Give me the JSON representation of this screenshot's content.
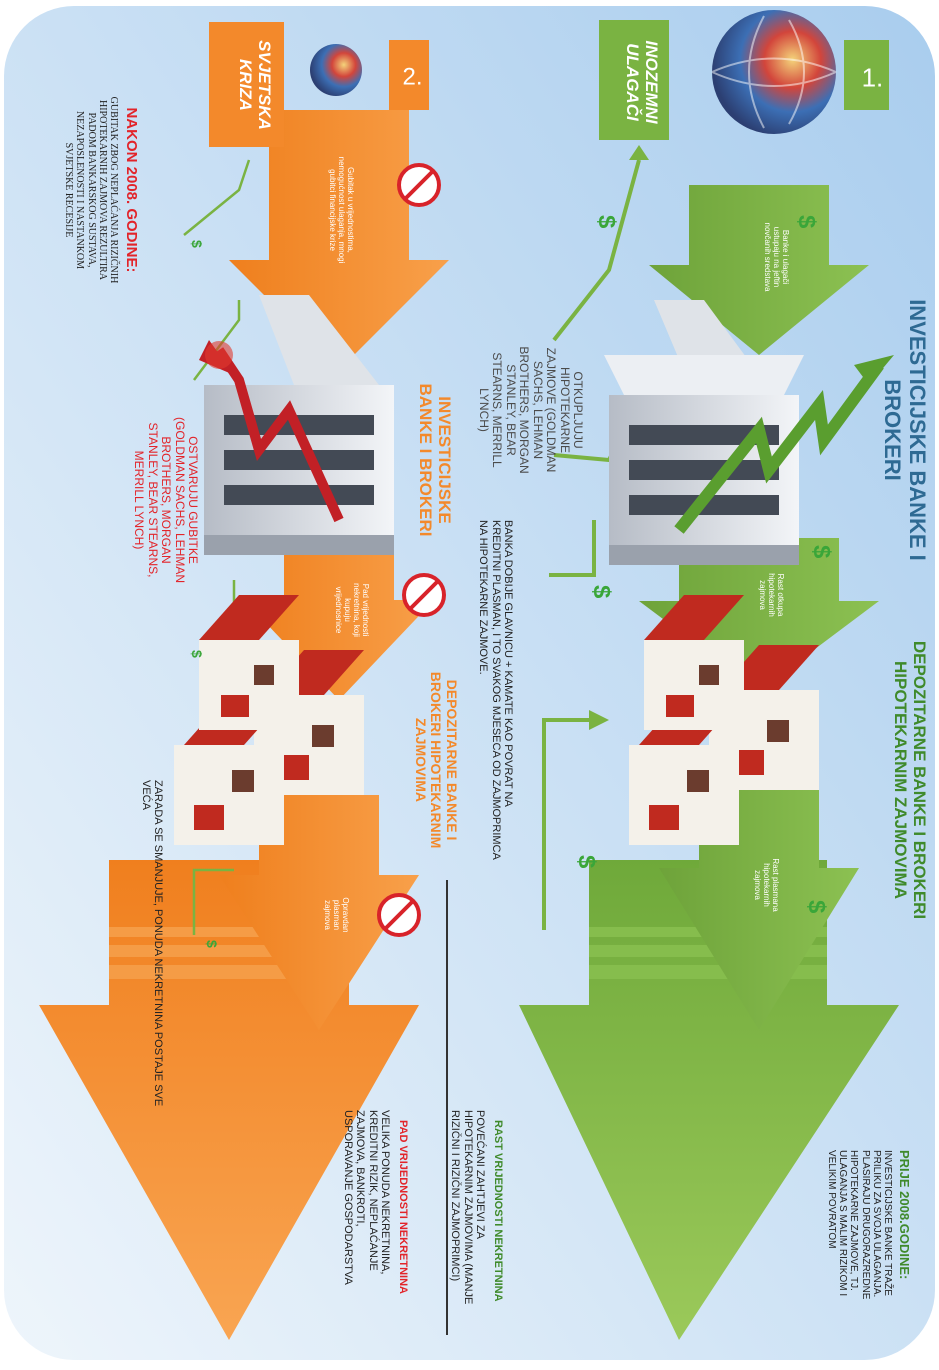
{
  "colors": {
    "background": "#c3dcf2",
    "green": "#7ab342",
    "orange": "#f3892b",
    "red": "#e2242a",
    "dark": "#1f1f1f",
    "grey_text": "#4b4b4b"
  },
  "stage1": {
    "number": "1.",
    "foreign_investors": "INOZEMNI\nULAGAČI",
    "depository_title": "DEPOZITARNE BANKE I BROKERI\nHIPOTEKARNIM ZAJMOVIMA",
    "investment_title": "INVESTICIJSKE BANKE I\nBROKERI",
    "arrow_left_label": "Rast plasmana\nhipotekarnih\nzajmova",
    "arrow_mid_label": "Rast otkupa\nhipotekarnih\nzajmova",
    "arrow_right_label": "Banke i ulagači\nustupaju na jeftin\nnovčanih sredstava",
    "buyers_text": "OTKUPLJUJU\nHIPOTEKARNE\nZAJMOVE (GOLDMAN\nSACHS, LEHMAN\nBROTHERS, MORGAN\nSTANLEY, BEAR\nSTEARNS, MERRILL\nLYNCH)",
    "bank_receives_text": "BANKA DOBIJE GLAVNICU + KAMATE KAO POVRAT NA\nKREDITNI PLASMAN, I TO SVAKOG MJESECA OD ZAJMOPRIMCA\nNA HIPOTEKARNE ZAJMOVE."
  },
  "stage2": {
    "number": "2.",
    "world_crisis": "SVJETSKA\nKRIZA",
    "depository_title": "DEPOZITARNE BANKE I\nBROKERI HIPOTEKARNIM\nZAJMOVIMA",
    "investment_title": "INVESTICIJSKE\nBANKE I BROKERI",
    "arrow_left_label": "Opravdan\nplasman\nzajmova",
    "arrow_mid_label": "Pad vrijednosti\nnekretnina, koji\nkupuju\nvrijednosnice",
    "arrow_right_label": "Gubitak u vrijednostima,\nnemogućnost ulaganja, mnogi\ngubitci financijske krize",
    "losses_text": "OSTVARUJU GUBITKE\n(GOLDMAN SACHS, LEHMAN\nBROTHERS, MORGAN\nSTANLEY, BEAR STEARNS,\nMERRILL LYNCH)",
    "earnings_text": "ZARADA SE SMANJUJE, PONUDA NEKRETNINA POSTAJE SVE\nVEĆA"
  },
  "before2008": {
    "heading": "PRIJE 2008.GODINE:",
    "body": "INVESTICIJSKE BANKE TRAŽE\nPRILIKU ZA SVOJA ULAGANJA.\nPLASIRAJU DRUGORAZREDNE\nHIPOTEKARNE ZAJMOVE, TJ.\nULAGANJA S MALIM RIZIKOM I\nVELIKIM POVRATOM"
  },
  "rising_values": {
    "heading": "RAST VRIJEDNOSTI NEKRETNINA",
    "body": "POVEĆANI ZAHTJEVI ZA\nHIPOTEKARNIM ZAJMOVIMA (MANJE\nRIZIČNI I RIZIČNI ZAJMOPRIMCI)"
  },
  "falling_values": {
    "heading": "PAD VRIJEDNOSTI NEKRETNINA",
    "body": "VELIKA PONUDA NEKRETNINA,\nKREDITNI RIZIK, NEPLAĆANJE\nZAJMOVA, BANKROTI,\nUSPORAVANJE GOSPODARSTVA"
  },
  "after2008": {
    "heading": "NAKON 2008. GODINE:",
    "body": "GUBITAK  ZBOG NEPLAĆANJA RIZIČNIH\nHIPOTEKARNIH ZAJMOVA REZULTIRA\nPADOM BANKARSKOG SUSTAVA,\nNEZAPOSLENOSTI I NASTANKOM\nSVJETSKE RECESIJE"
  },
  "symbols": {
    "dollar": "$"
  },
  "icons": [
    "globe-icon",
    "house-icon",
    "bank-building-icon",
    "no-dollar-icon",
    "dollar-icon",
    "trend-up-icon",
    "trend-crash-icon"
  ]
}
